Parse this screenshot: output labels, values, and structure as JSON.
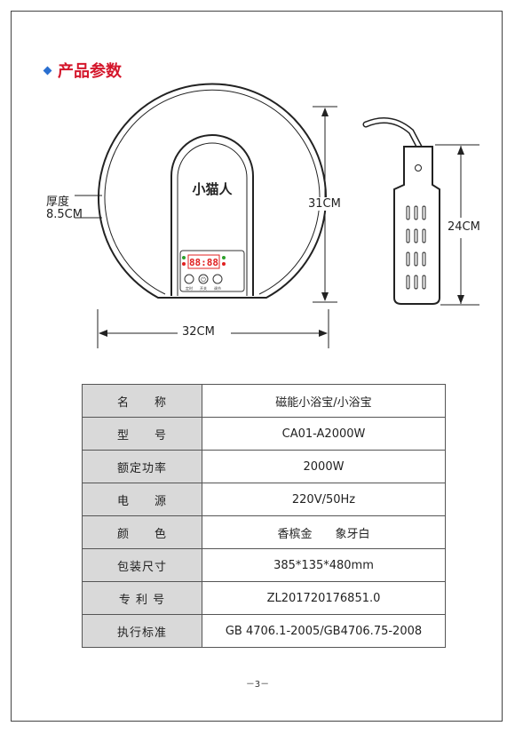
{
  "section": {
    "title": "产品参数"
  },
  "device": {
    "brand_logo": "小猫人",
    "display": "88:88",
    "btn_labels": [
      "定时",
      "开关",
      "调节"
    ]
  },
  "dimensions": {
    "thickness_label": "厚度",
    "thickness_value": "8.5CM",
    "height_main": "31CM",
    "width_main": "32CM",
    "height_side": "24CM"
  },
  "specs": [
    {
      "key": "名　　称",
      "value": "磁能小浴宝/小浴宝"
    },
    {
      "key": "型　　号",
      "value": "CA01-A2000W"
    },
    {
      "key": "额定功率",
      "value": "2000W"
    },
    {
      "key": "电　　源",
      "value": "220V/50Hz"
    },
    {
      "key": "颜　　色",
      "value": "香槟金　　象牙白"
    },
    {
      "key": "包装尺寸",
      "value": "385*135*480mm"
    },
    {
      "key": "专 利 号",
      "value": "ZL201720176851.0"
    },
    {
      "key": "执行标准",
      "value": "GB 4706.1-2005/GB4706.75-2008"
    }
  ],
  "page": {
    "number": "－3－"
  },
  "colors": {
    "title": "#d4162b",
    "bullet": "#2a6fd0",
    "led": "#e02020",
    "led_green": "#2ca02c"
  }
}
